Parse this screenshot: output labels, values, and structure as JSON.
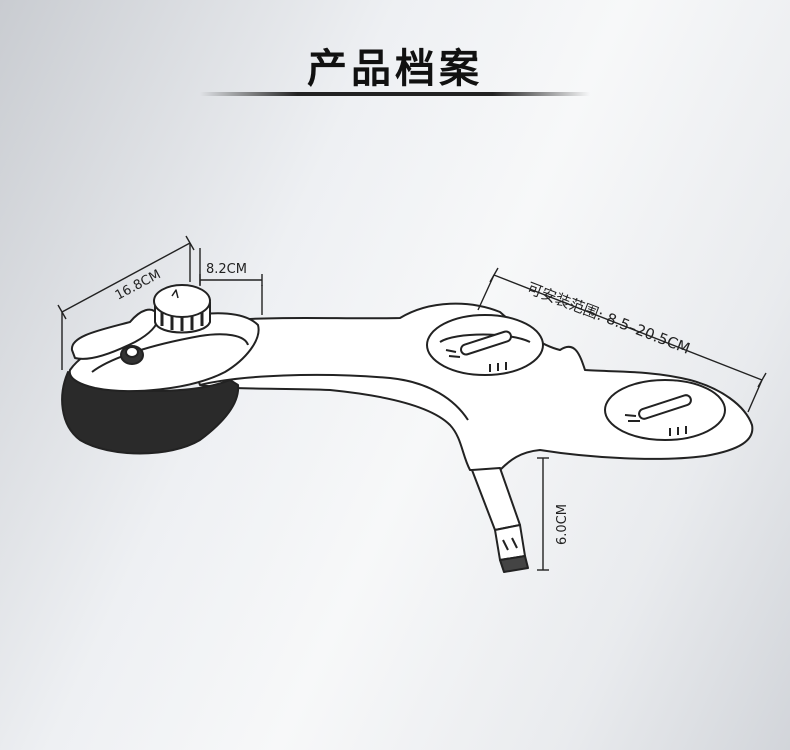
{
  "title": "产品档案",
  "dimensions": {
    "length": "16.8CM",
    "width": "8.2CM",
    "range_label": "可安装范围: 8.5–20.5CM",
    "height": "6.0CM"
  }
}
